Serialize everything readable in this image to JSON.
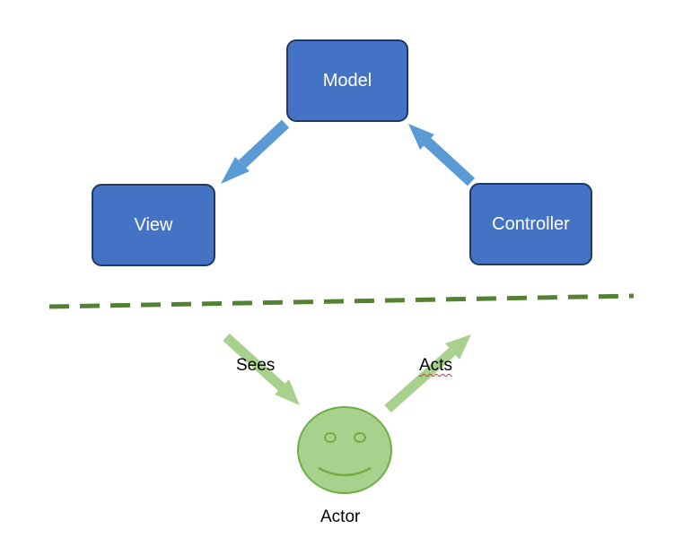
{
  "nodes": {
    "model": "Model",
    "view": "View",
    "controller": "Controller"
  },
  "edges": {
    "sees": "Sees",
    "acts": "Acts"
  },
  "actor": {
    "label": "Actor",
    "icon": "smiley-face-icon"
  },
  "colors": {
    "box_fill": "#4472c4",
    "box_border": "#1f3864",
    "blue_arrow": "#5b9bd5",
    "green_arrow": "#a9d18e",
    "divider": "#548235",
    "face_fill": "#a9d18e",
    "face_stroke": "#70ad47"
  }
}
